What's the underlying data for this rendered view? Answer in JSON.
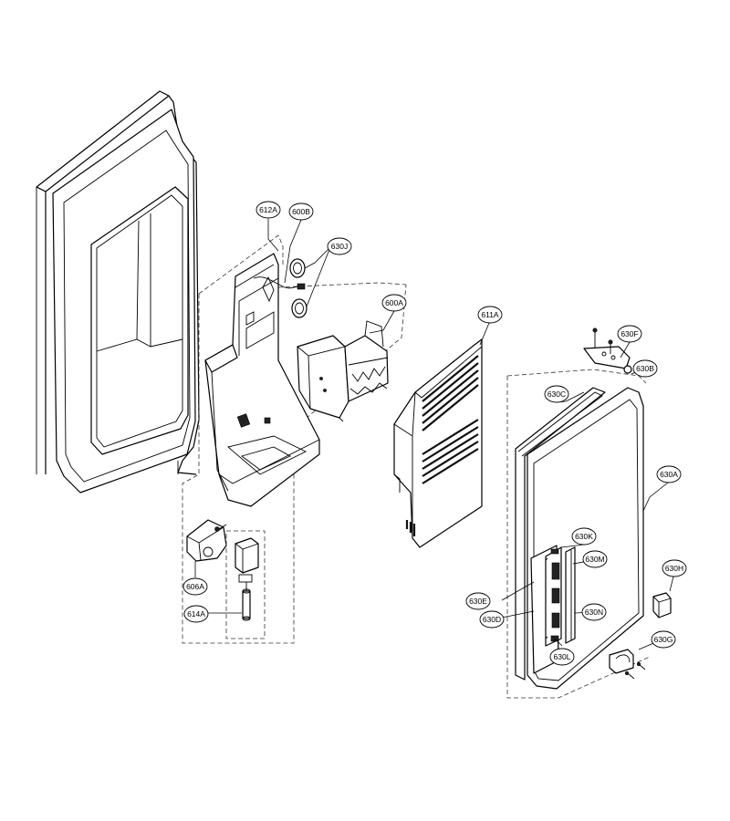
{
  "callouts": [
    {
      "id": "612A",
      "label": "612A"
    },
    {
      "id": "600B",
      "label": "600B"
    },
    {
      "id": "630J",
      "label": "630J"
    },
    {
      "id": "600A",
      "label": "600A"
    },
    {
      "id": "611A",
      "label": "611A"
    },
    {
      "id": "630F",
      "label": "630F"
    },
    {
      "id": "630B",
      "label": "630B"
    },
    {
      "id": "630C",
      "label": "630C"
    },
    {
      "id": "630A",
      "label": "630A"
    },
    {
      "id": "630K",
      "label": "630K"
    },
    {
      "id": "630M",
      "label": "630M"
    },
    {
      "id": "630H",
      "label": "630H"
    },
    {
      "id": "630E",
      "label": "630E"
    },
    {
      "id": "630N",
      "label": "630N"
    },
    {
      "id": "630D",
      "label": "630D"
    },
    {
      "id": "630G",
      "label": "630G"
    },
    {
      "id": "630L",
      "label": "630L"
    },
    {
      "id": "606A",
      "label": "606A"
    },
    {
      "id": "614A",
      "label": "614A"
    }
  ]
}
